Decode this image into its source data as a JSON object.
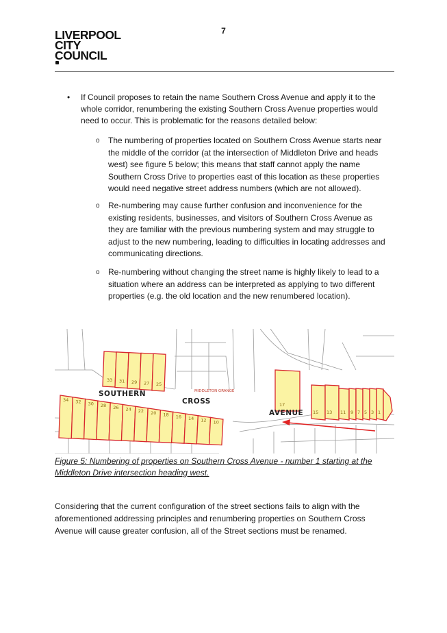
{
  "page_number": "7",
  "logo": {
    "line1": "LIVERPOOL",
    "line2": "CITY",
    "line3": "COUNCIL"
  },
  "main_bullet": "If Council proposes to retain the name Southern Cross Avenue and apply it to the whole corridor, renumbering the existing Southern Cross Avenue properties would need to occur. This is problematic for the reasons detailed below:",
  "sub_bullets": [
    "The numbering of properties located on Southern Cross Avenue starts near the middle of the corridor (at the intersection of Middleton Drive and heads west) see figure 5 below; this means that staff cannot apply the name Southern Cross Drive to properties east of this location as these properties would need negative street address numbers (which are not allowed).",
    "Re-numbering may cause further confusion and inconvenience for the existing residents, businesses, and visitors of Southern Cross Avenue as they are familiar with the previous numbering system and may struggle to adjust to the new numbering, leading to difficulties in locating addresses and communicating directions.",
    "Re-numbering without changing the street name is highly likely to lead to a situation where an address can be interpreted as applying to two different properties (e.g. the old location and the new renumbered location)."
  ],
  "map": {
    "labels": {
      "southern": "SOUTHERN",
      "cross": "CROSS",
      "avenue": "AVENUE",
      "grange": "MIDDLETON GRANGE"
    },
    "north_lots": [
      "33",
      "31",
      "29",
      "27",
      "25"
    ],
    "south_lots": [
      "34",
      "32",
      "30",
      "28",
      "26",
      "24",
      "22",
      "20",
      "18",
      "16",
      "14",
      "12",
      "10"
    ],
    "middle_lot": "17",
    "east_lots": [
      "15",
      "13",
      "11",
      "9",
      "7",
      "5",
      "3",
      "1"
    ],
    "colors": {
      "lot_fill": "#fbf3a3",
      "lot_border": "#d7262e",
      "arrow": "#e02424",
      "parcel_line": "#9a9a9a"
    }
  },
  "caption": "Figure 5: Numbering of properties on Southern Cross Avenue - number 1 starting at the Middleton Drive intersection heading west.",
  "conclusion": "Considering that the current configuration of the street sections fails to align with the aforementioned addressing principles and renumbering properties on Southern Cross Avenue will cause greater confusion, all of the Street sections must be renamed."
}
